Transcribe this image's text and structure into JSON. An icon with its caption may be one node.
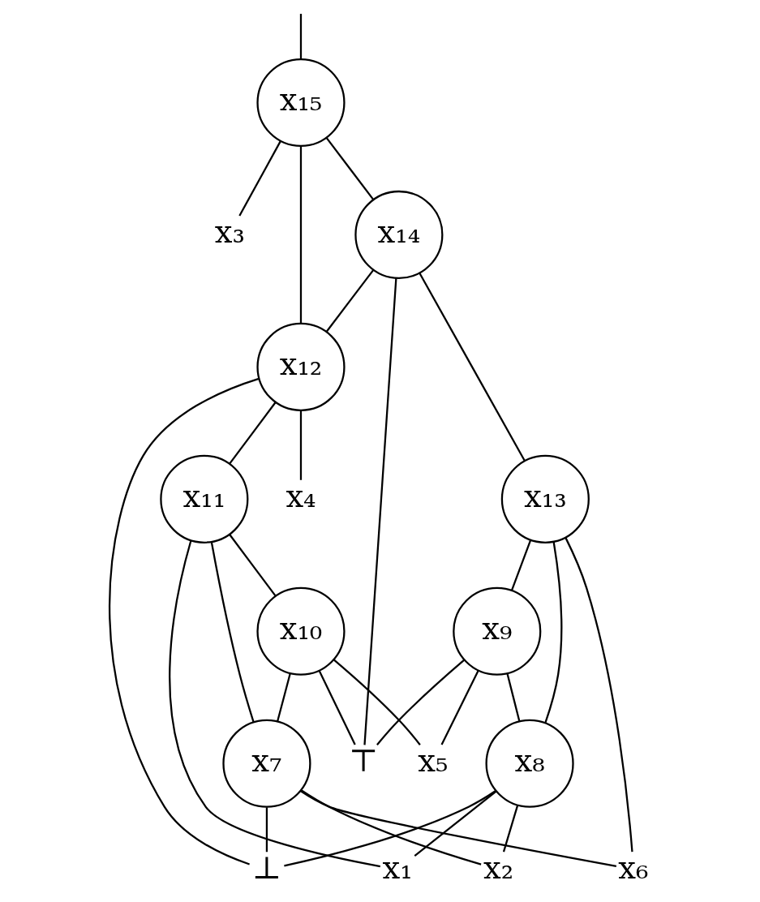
{
  "diagram": {
    "nodes": [
      {
        "text": [
          "x₁₅"
        ]
      },
      {
        "text": [
          "x₃"
        ]
      },
      {
        "text": [
          "x₁₄"
        ]
      },
      {
        "text": [
          "x₁₂"
        ]
      },
      {
        "text": [
          "x₁₁"
        ]
      },
      {
        "text": [
          "x₄"
        ]
      },
      {
        "text": [
          "x₁₃"
        ]
      },
      {
        "text": [
          "x₁₀"
        ]
      },
      {
        "text": [
          "x₉"
        ]
      },
      {
        "text": [
          "x₇"
        ]
      },
      {
        "text": [
          "⊤"
        ]
      },
      {
        "text": [
          "x₅"
        ]
      },
      {
        "text": [
          "x₈"
        ]
      },
      {
        "text": [
          "⊥"
        ]
      },
      {
        "text": [
          "x₁"
        ]
      },
      {
        "text": [
          "x₂"
        ]
      },
      {
        "text": [
          "x₆"
        ]
      }
    ],
    "edges": [
      {
        "from": null,
        "to": 0,
        "arrow": "none"
      },
      {
        "from": 0,
        "to": 1,
        "arrow": "none"
      },
      {
        "from": 0,
        "to": 3,
        "arrow": "none"
      },
      {
        "from": 0,
        "to": 2,
        "arrow": "none"
      },
      {
        "from": 2,
        "to": 3,
        "arrow": "none"
      },
      {
        "from": 2,
        "to": 10,
        "arrow": "none"
      },
      {
        "from": 2,
        "to": 6,
        "arrow": "none"
      },
      {
        "from": 3,
        "to": 4,
        "arrow": "none"
      },
      {
        "from": 3,
        "to": 5,
        "arrow": "none"
      },
      {
        "from": 3,
        "to": 13,
        "arrow": "none"
      },
      {
        "from": 4,
        "to": 7,
        "arrow": "none"
      },
      {
        "from": 4,
        "to": 9,
        "arrow": "none"
      },
      {
        "from": 4,
        "to": 14,
        "arrow": "none"
      },
      {
        "from": 7,
        "to": 9,
        "arrow": "none"
      },
      {
        "from": 7,
        "to": 10,
        "arrow": "none"
      },
      {
        "from": 7,
        "to": 11,
        "arrow": "none"
      },
      {
        "from": 6,
        "to": 8,
        "arrow": "none"
      },
      {
        "from": 6,
        "to": 12,
        "arrow": "none"
      },
      {
        "from": 6,
        "to": 16,
        "arrow": "none"
      },
      {
        "from": 8,
        "to": 10,
        "arrow": "none"
      },
      {
        "from": 8,
        "to": 11,
        "arrow": "none"
      },
      {
        "from": 8,
        "to": 12,
        "arrow": "none"
      },
      {
        "from": 9,
        "to": 13,
        "arrow": "none"
      },
      {
        "from": 9,
        "to": 15,
        "arrow": "none"
      },
      {
        "from": 9,
        "to": 16,
        "arrow": "none"
      },
      {
        "from": 12,
        "to": 13,
        "arrow": "none"
      },
      {
        "from": 12,
        "to": 14,
        "arrow": "none"
      },
      {
        "from": 12,
        "to": 15,
        "arrow": "none"
      }
    ]
  }
}
